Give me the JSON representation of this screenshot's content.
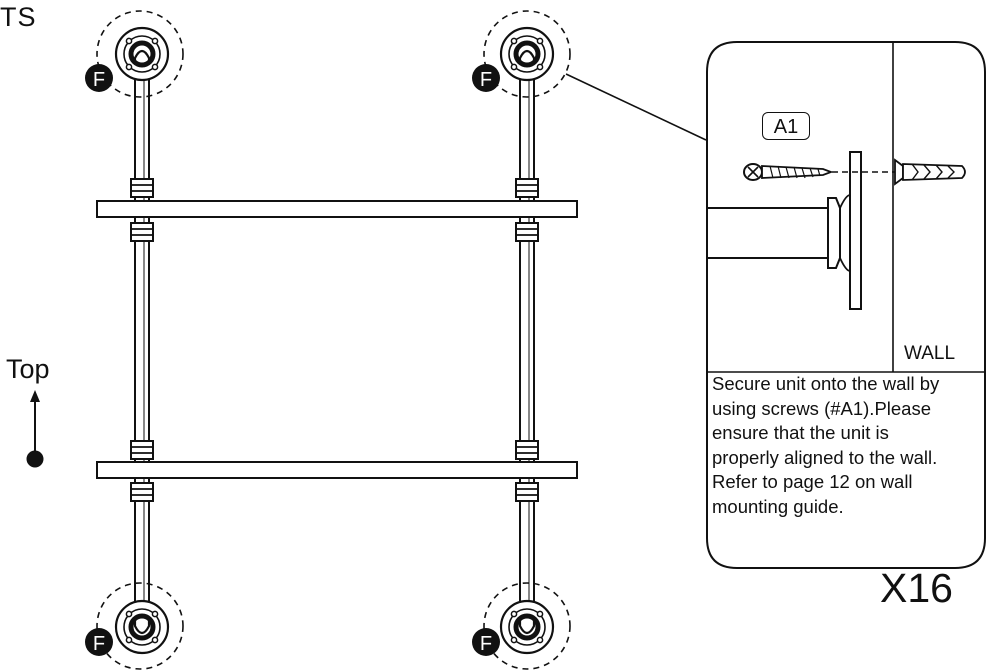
{
  "page": {
    "corner_text": "TS",
    "top_label": "Top",
    "quantity_label": "X16"
  },
  "callout": {
    "part_label": "A1",
    "wall_label": "WALL",
    "instructions": [
      "Secure unit onto the wall by",
      "using screws (#A1).Please",
      "ensure that the unit is",
      "properly aligned to the wall.",
      "Refer to page 12 on wall",
      "mounting guide."
    ]
  },
  "markers": {
    "f_label": "F"
  },
  "colors": {
    "ink": "#111111",
    "paper": "#ffffff"
  }
}
